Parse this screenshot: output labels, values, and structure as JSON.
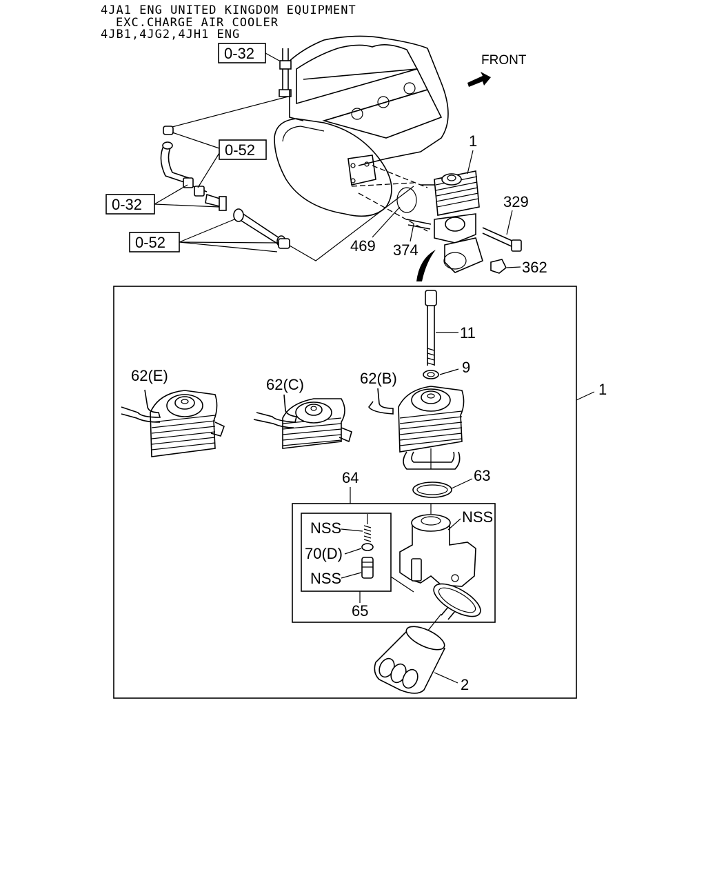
{
  "header": {
    "line1": "4JA1 ENG UNITED KINGDOM EQUIPMENT",
    "line2": "EXC.CHARGE AIR COOLER",
    "line3": "4JB1,4JG2,4JH1 ENG"
  },
  "direction_label": "FRONT",
  "refs": {
    "r032_a": "0-32",
    "r052_a": "0-52",
    "r032_b": "0-32",
    "r052_b": "0-52"
  },
  "callouts": {
    "p1_top": "1",
    "p329": "329",
    "p469": "469",
    "p374": "374",
    "p362": "362",
    "p11": "11",
    "p9": "9",
    "p62e": "62(E)",
    "p62c": "62(C)",
    "p62b": "62(B)",
    "p1_box": "1",
    "p64": "64",
    "p63": "63",
    "nss1": "NSS",
    "nss2": "NSS",
    "nss3": "NSS",
    "p70d": "70(D)",
    "p65": "65",
    "p2": "2"
  }
}
